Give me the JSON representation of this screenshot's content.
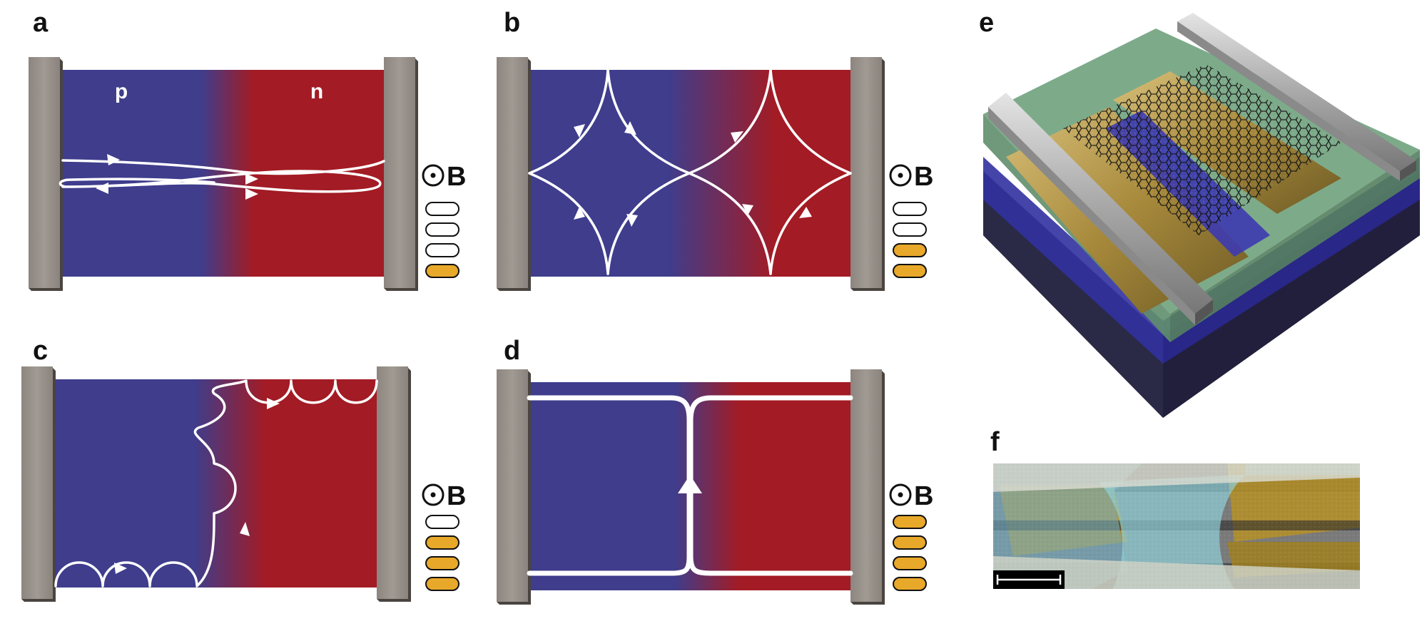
{
  "panels": {
    "a": {
      "label": "a",
      "p_label": "p",
      "n_label": "n",
      "b_field": "B",
      "filled_levels": 1
    },
    "b": {
      "label": "b",
      "b_field": "B",
      "filled_levels": 2
    },
    "c": {
      "label": "c",
      "b_field": "B",
      "filled_levels": 3
    },
    "d": {
      "label": "d",
      "b_field": "B",
      "filled_levels": 4
    },
    "e": {
      "label": "e"
    },
    "f": {
      "label": "f"
    }
  },
  "colors": {
    "p_region": "#3f3d8c",
    "n_region": "#a31b24",
    "contact": "#9b948d",
    "level_filled": "#e8a82a",
    "level_empty": "#ffffff",
    "trajectory": "#ffffff"
  },
  "icons": {
    "b_field": "b-field-out-of-page-icon",
    "landau_level": "landau-level-pill-icon"
  }
}
